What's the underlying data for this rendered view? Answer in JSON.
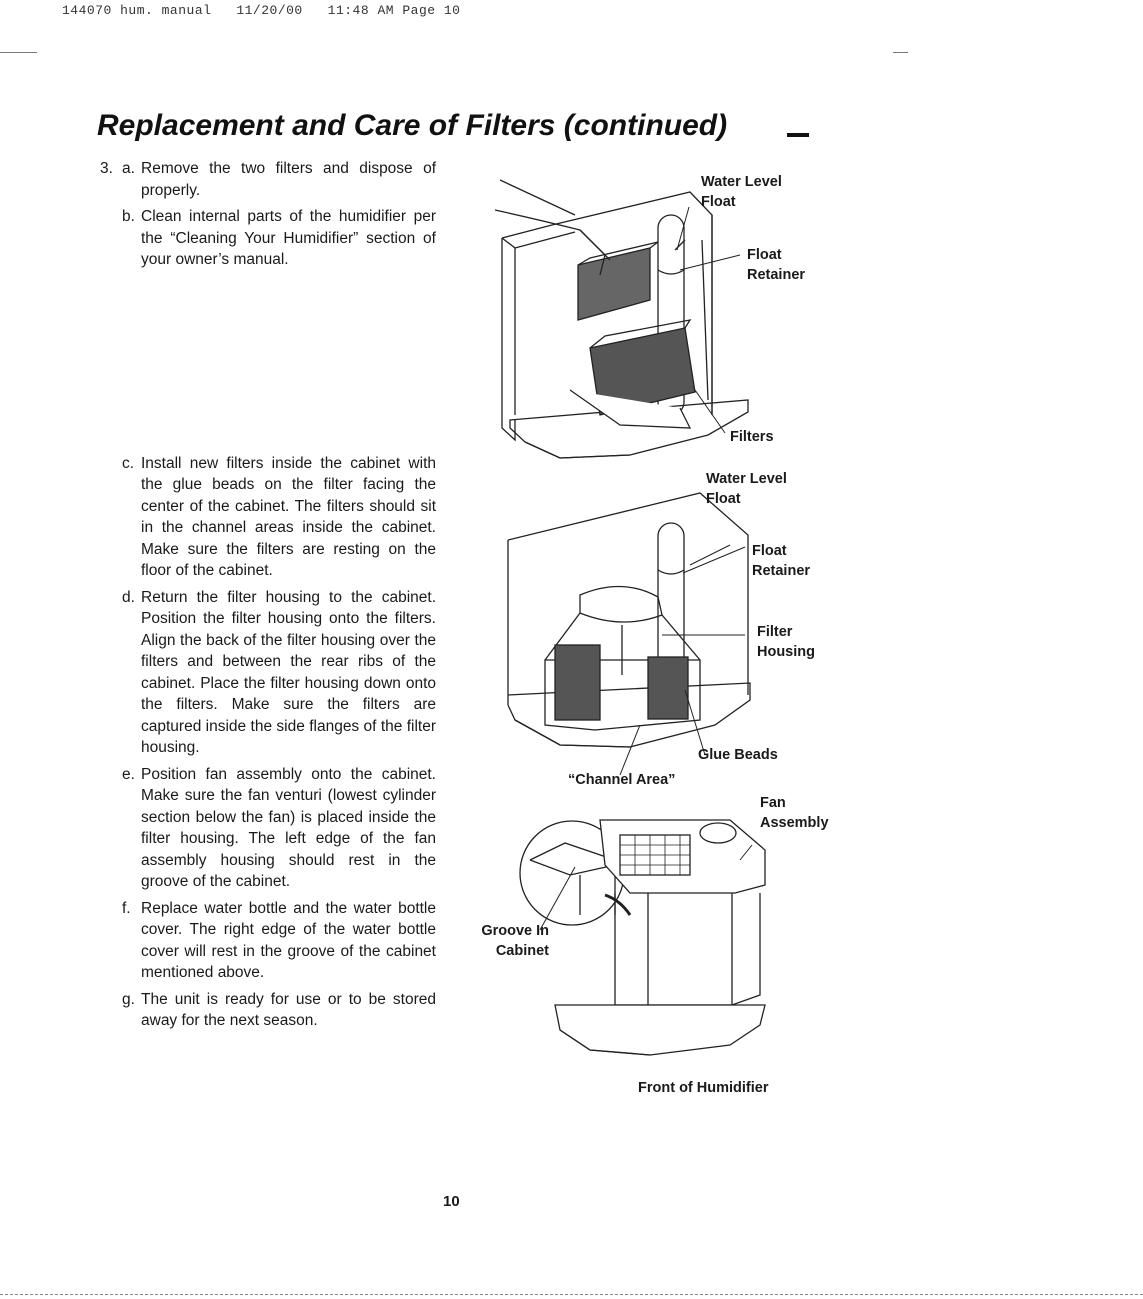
{
  "header": {
    "line": "144070 hum. manual   11/20/00   11:48 AM Page 10"
  },
  "title": "Replacement and Care of Filters (continued)",
  "steps": [
    {
      "num": "3.",
      "letter": "a.",
      "text": "Remove the two filters and dispose of properly."
    },
    {
      "letter": "b.",
      "text": "Clean internal parts of the humidifier per the “Cleaning Your Humidifier” section of your owner’s manual."
    },
    {
      "letter": "c.",
      "text": "Install new filters inside the cabinet with the glue beads on the filter facing the center of the cabinet. The filters should sit in the channel areas inside the cabinet. Make sure the filters are resting on the floor of the cabinet."
    },
    {
      "letter": "d.",
      "text": "Return the filter housing to the cabinet. Position the filter housing onto the filters. Align the back of the filter housing over the filters and between the rear ribs of the cabinet. Place the filter housing down onto the filters. Make sure the filters are captured inside the side flanges of the filter housing."
    },
    {
      "letter": "e.",
      "text": "Position fan assembly onto the cabinet. Make sure the fan venturi (lowest cylinder section below the fan) is placed inside the filter housing. The left edge of the fan assembly housing should rest in the groove of the cabinet."
    },
    {
      "letter": "f.",
      "text": "Replace water bottle and the water bottle cover. The right edge of the water bottle cover will rest in the groove of the cabinet mentioned above."
    },
    {
      "letter": "g.",
      "text": "The unit is ready for use or to be stored away for the next season."
    }
  ],
  "figures": {
    "fig1": {
      "water_level_float": "Water Level\nFloat",
      "float_retainer": "Float\nRetainer",
      "filters": "Filters"
    },
    "fig2": {
      "water_level_float": "Water Level\nFloat",
      "float_retainer": "Float\nRetainer",
      "filter_housing": "Filter\nHousing",
      "glue_beads": "Glue Beads",
      "channel_area": "“Channel Area”"
    },
    "fig3": {
      "fan_assembly": "Fan\nAssembly",
      "groove_in_cabinet": "Groove In\nCabinet",
      "front_of_humidifier": "Front of Humidifier"
    }
  },
  "page_number": "10"
}
